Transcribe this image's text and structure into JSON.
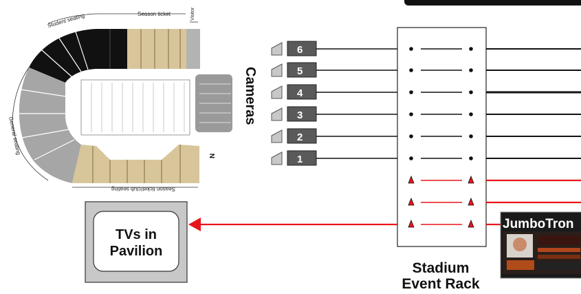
{
  "stadium": {
    "labels": {
      "student_seating": "Student seating",
      "season_ticket": "Season ticket",
      "visitor": "Visitor",
      "general_seating": "General seating",
      "season_ticket_club": "Season ticket/club seating"
    },
    "north_marker": "N"
  },
  "cameras": {
    "title": "Cameras",
    "items": [
      "6",
      "5",
      "4",
      "3",
      "2",
      "1"
    ]
  },
  "tv": {
    "line1": "TVs in",
    "line2": "Pavilion"
  },
  "rack": {
    "line1": "Stadium",
    "line2": "Event Rack"
  },
  "jumbotron": {
    "label": "JumboTron"
  },
  "colors": {
    "signal_red": "#e8141b",
    "camera_body": "#5a5a5a",
    "seating_black": "#111111",
    "seating_tan": "#d9c59a",
    "seating_gray": "#a6a6a6",
    "tv_box": "#c8c8c8"
  }
}
